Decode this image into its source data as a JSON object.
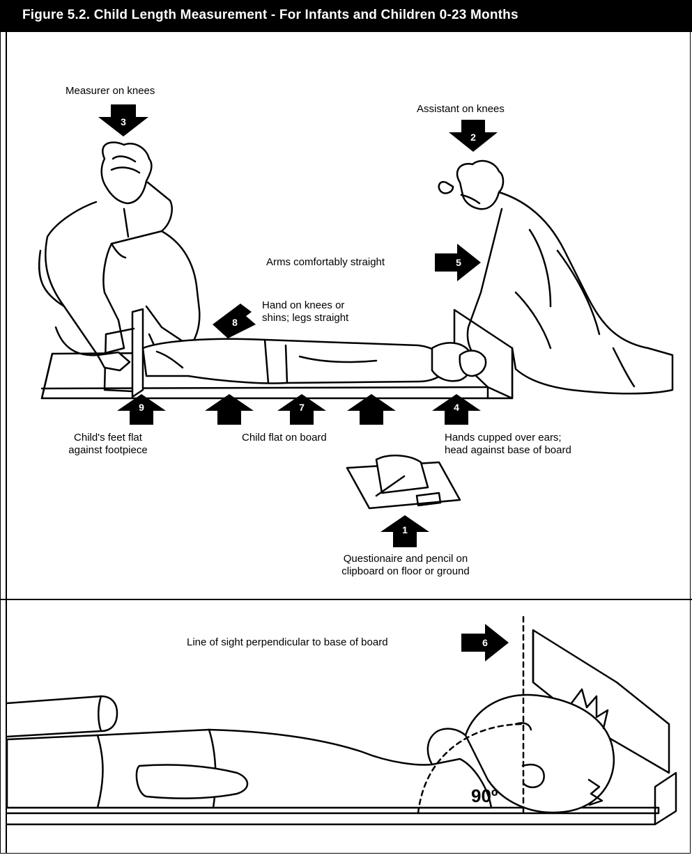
{
  "title": "Figure 5.2. Child Length Measurement - For Infants and Children 0-23 Months",
  "labels": {
    "measurer": "Measurer on knees",
    "assistant": "Assistant on knees",
    "arms": "Arms comfortably straight",
    "hand_knees_1": "Hand on knees or",
    "hand_knees_2": "shins; legs straight",
    "feet_1": "Child's feet flat",
    "feet_2": "against footpiece",
    "flat_board": "Child flat on board",
    "hands_ears_1": "Hands cupped over ears;",
    "hands_ears_2": "head against base of board",
    "questionnaire_1": "Questionaire and pencil on",
    "questionnaire_2": "clipboard on floor or ground",
    "line_of_sight": "Line of sight perpendicular to base of board",
    "angle": "90º"
  },
  "steps": [
    "1",
    "2",
    "3",
    "4",
    "5",
    "6",
    "7",
    "8",
    "9"
  ],
  "colors": {
    "ink": "#000000",
    "paper": "#ffffff"
  }
}
